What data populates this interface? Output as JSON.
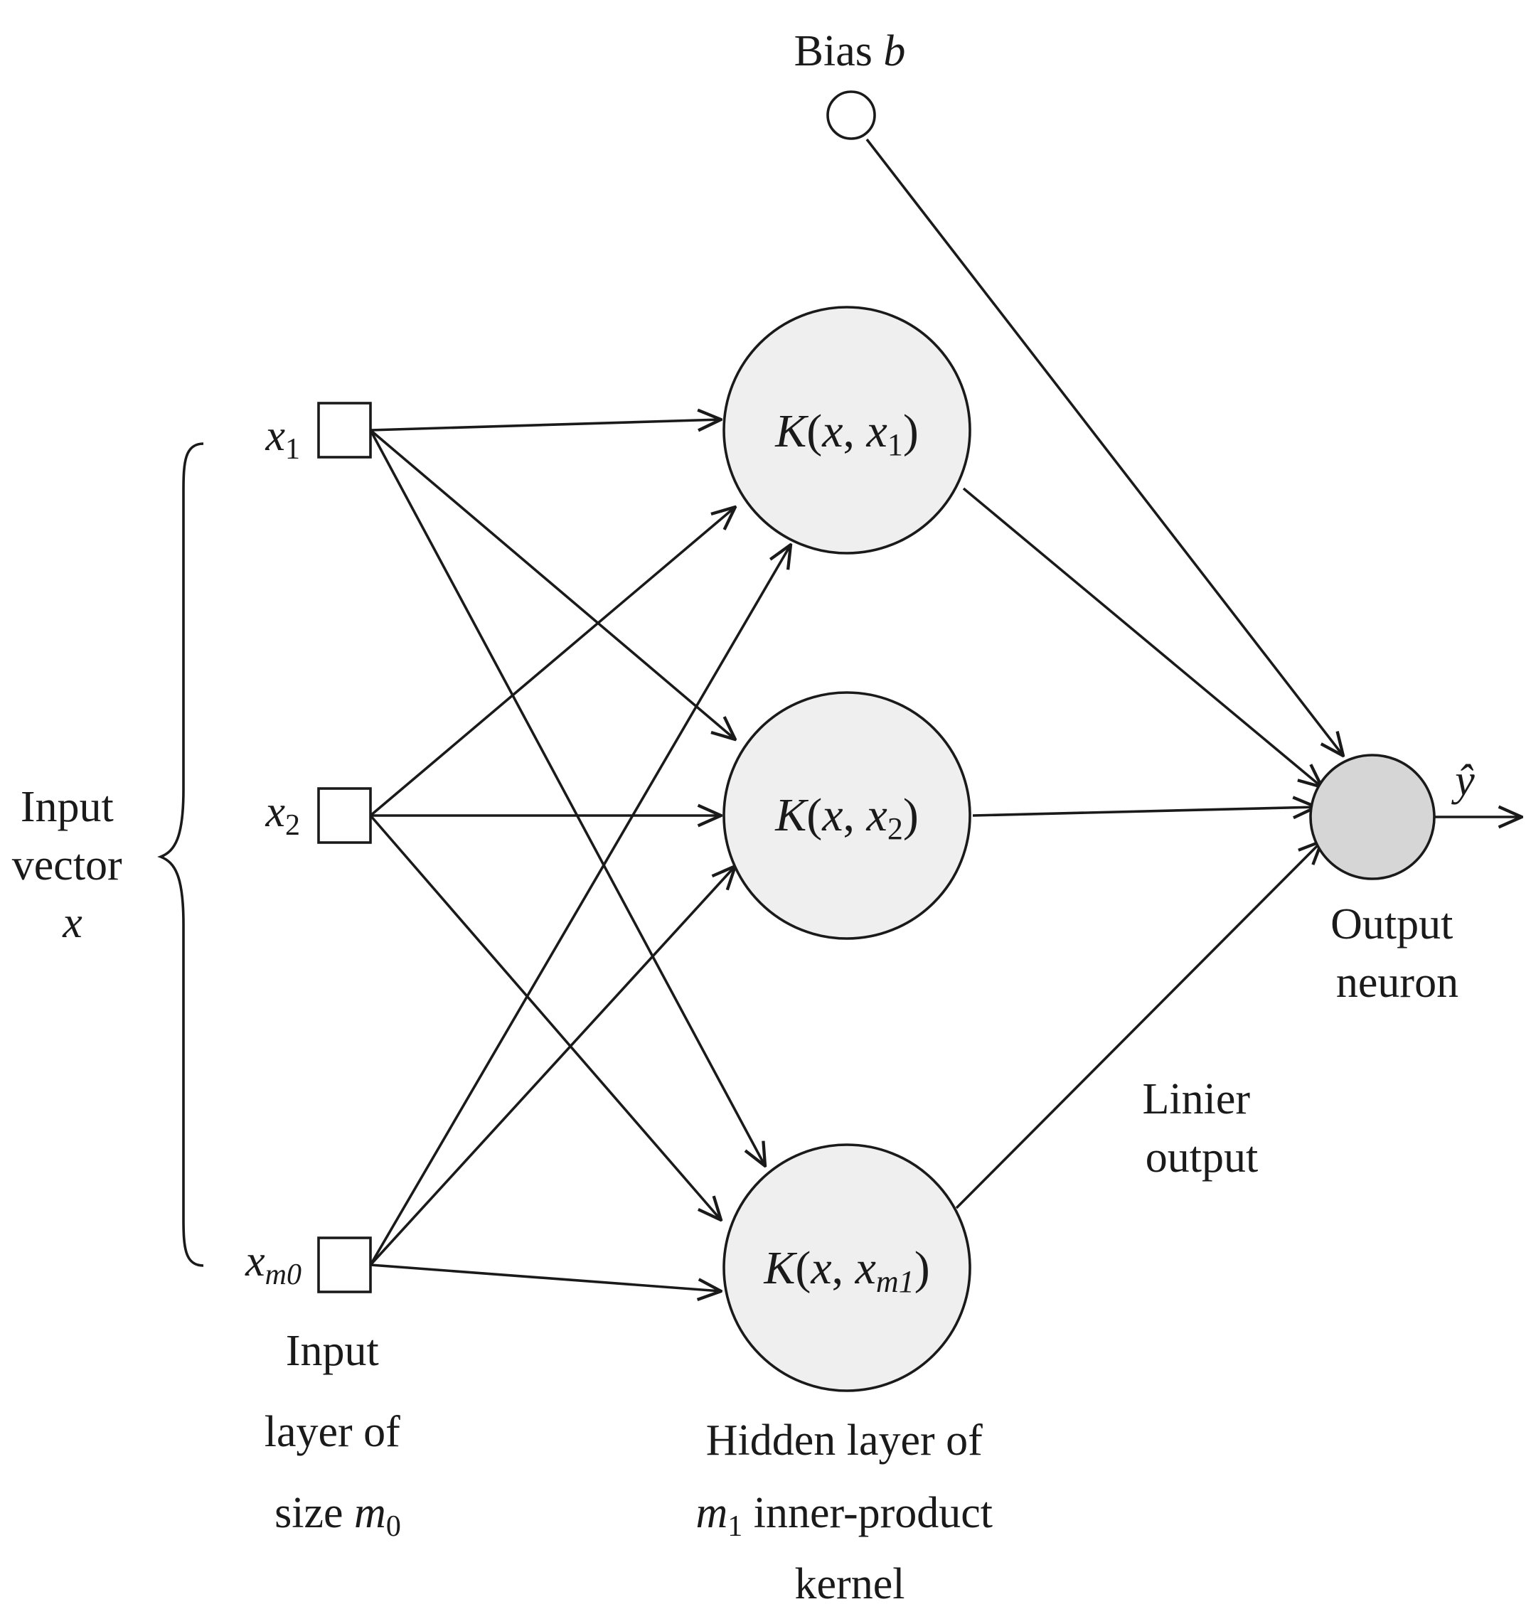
{
  "colors": {
    "ink": "#1a1a1a",
    "hidden_fill": "#efefef",
    "output_fill": "#d6d6d6",
    "input_fill": "#ffffff",
    "bias_fill": "#ffffff"
  },
  "bias": {
    "word": "Bias",
    "symbol": "b"
  },
  "inputs": [
    {
      "var": "x",
      "sub": "1"
    },
    {
      "var": "x",
      "sub": "2"
    },
    {
      "var": "x",
      "sub": "m0"
    }
  ],
  "hidden": [
    {
      "func": "K",
      "arg": "x",
      "var": "x",
      "sub": "1"
    },
    {
      "func": "K",
      "arg": "x",
      "var": "x",
      "sub": "2"
    },
    {
      "func": "K",
      "arg": "x",
      "var": "x",
      "sub": "m1"
    }
  ],
  "output_symbol": "ŷ",
  "labels": {
    "input_vector": [
      "Input",
      "vector",
      "x"
    ],
    "input_layer": {
      "line1": "Input",
      "line2": "layer of",
      "line3_prefix": "size",
      "var": "m",
      "sub": "0"
    },
    "hidden_layer": {
      "line1": "Hidden layer of",
      "var": "m",
      "sub": "1",
      "line2_suffix": "inner-product",
      "line3": "kernel"
    },
    "output_neuron": [
      "Output",
      "neuron"
    ],
    "linear_output": [
      "Linier",
      "output"
    ]
  }
}
